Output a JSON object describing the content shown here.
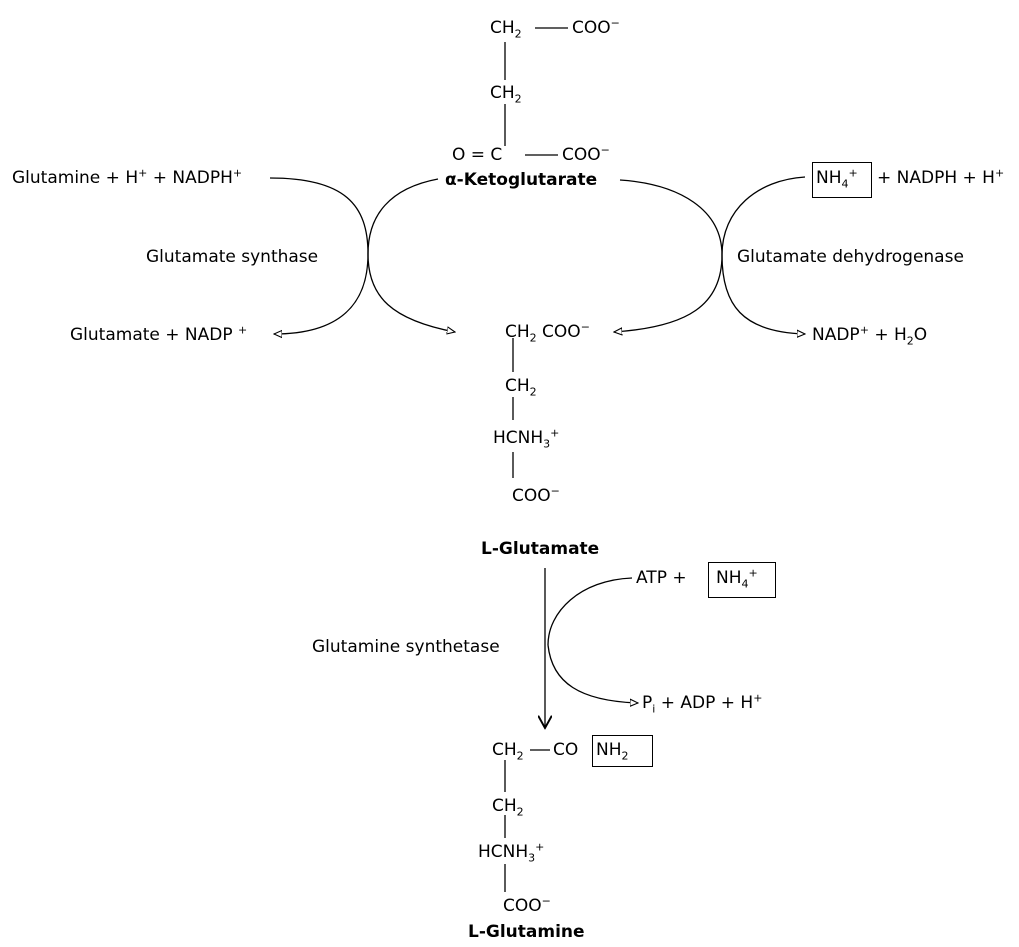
{
  "colors": {
    "ink": "#000000",
    "background": "#ffffff"
  },
  "alpha_ketoglutarate": {
    "name": "α-Ketoglutarate",
    "top": {
      "group": "CH",
      "sub": "2",
      "bond": "—",
      "tail": "COO",
      "charge": "−"
    },
    "mid": {
      "group": "CH",
      "sub": "2"
    },
    "bottom": {
      "text": "O = C",
      "bond": "—",
      "tail": "COO",
      "charge": "−"
    }
  },
  "synthase": {
    "enzyme": "Glutamate synthase",
    "substrate": {
      "pre": "Glutamine + H",
      "sup1": "+",
      "mid": " + NADPH",
      "sup2": "+"
    },
    "product": {
      "text": "Glutamate + NADP ",
      "sup": "+"
    }
  },
  "dehydrogenase": {
    "enzyme": "Glutamate dehydrogenase",
    "ammonium": {
      "group": "NH",
      "sub": "4",
      "sup": "+"
    },
    "substrate_rest": {
      "text": "+ NADPH  + H",
      "sup": "+"
    },
    "product": {
      "pre": "NADP",
      "sup": "+",
      "mid": " + H",
      "sub": "2",
      "tail": "O"
    }
  },
  "glutamate": {
    "name": "L-Glutamate",
    "top": {
      "group": "CH",
      "sub": "2",
      "tail": " COO",
      "charge": "−"
    },
    "mid": {
      "group": "CH",
      "sub": "2"
    },
    "amine": {
      "group": "HCNH",
      "sub": "3",
      "sup": "+"
    },
    "bottom": {
      "tail": "COO",
      "charge": "−"
    }
  },
  "synthetase": {
    "enzyme": "Glutamine synthetase",
    "substrate": {
      "text": "ATP + ",
      "ammonium": "NH",
      "sub": "4",
      "sup": "+"
    },
    "product": {
      "pre": "P",
      "sub": "i",
      "rest": " + ADP + H",
      "sup": "+"
    }
  },
  "glutamine": {
    "name": "L-Glutamine",
    "top": {
      "group": "CH",
      "sub": "2",
      "bond": "—",
      "tail": "CO",
      "amide": "NH",
      "amide_sub": "2"
    },
    "mid": {
      "group": "CH",
      "sub": "2"
    },
    "amine": {
      "group": "HCNH",
      "sub": "3",
      "sup": "+"
    },
    "bottom": {
      "tail": "COO",
      "charge": "−"
    }
  }
}
